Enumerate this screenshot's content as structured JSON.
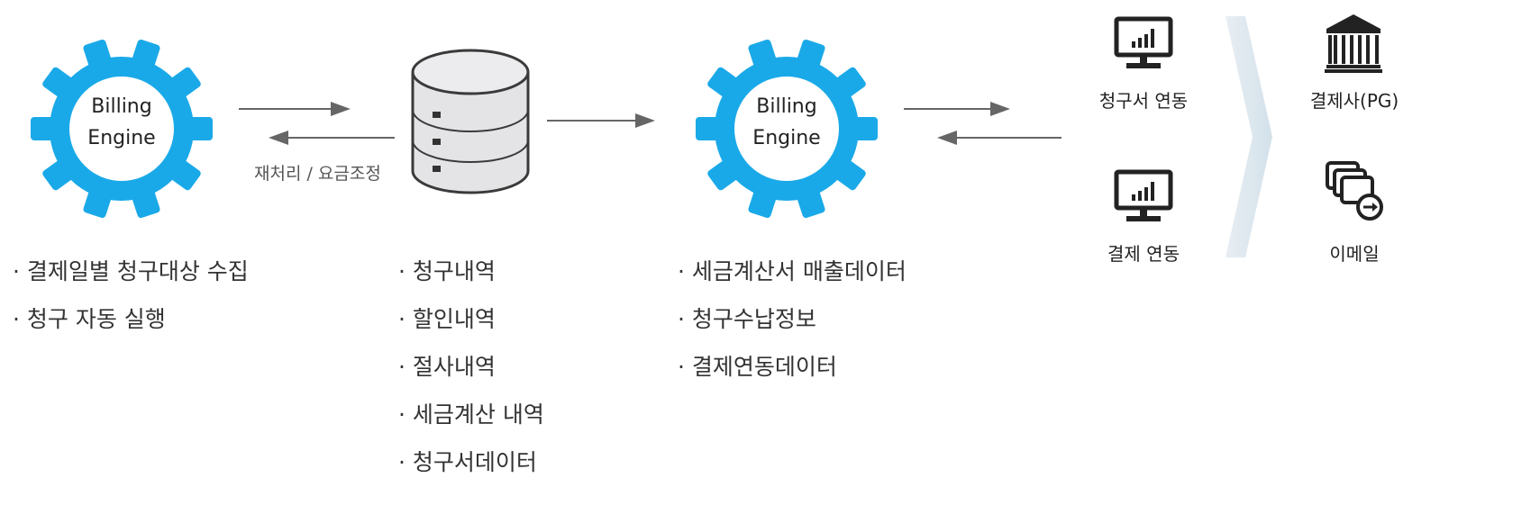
{
  "engine1": {
    "line1": "Billing",
    "line2": "Engine"
  },
  "engine2": {
    "line1": "Billing",
    "line2": "Engine"
  },
  "reprocess_label": "재처리 / 요금조정",
  "engine1_items": [
    "· 결제일별 청구대상 수집",
    "· 청구 자동 실행"
  ],
  "db_items": [
    "· 청구내역",
    "· 할인내역",
    "· 절사내역",
    "· 세금계산 내역",
    "· 청구서데이터"
  ],
  "engine2_items": [
    "· 세금계산서 매출데이터",
    "· 청구수납정보",
    "· 결제연동데이터"
  ],
  "links": {
    "invoice": {
      "label": "청구서 연동",
      "icon": "monitor-chart-icon"
    },
    "payment": {
      "label": "결제 연동",
      "icon": "monitor-chart-icon"
    }
  },
  "targets": {
    "pg": {
      "label": "결제사(PG)",
      "icon": "bank-building-icon"
    },
    "email": {
      "label": "이메일",
      "icon": "email-send-icon"
    }
  },
  "colors": {
    "gear": "#1aa9e8",
    "arrow": "#666666",
    "db_body": "#e4e4e6",
    "chevron": "#dde8ef"
  }
}
